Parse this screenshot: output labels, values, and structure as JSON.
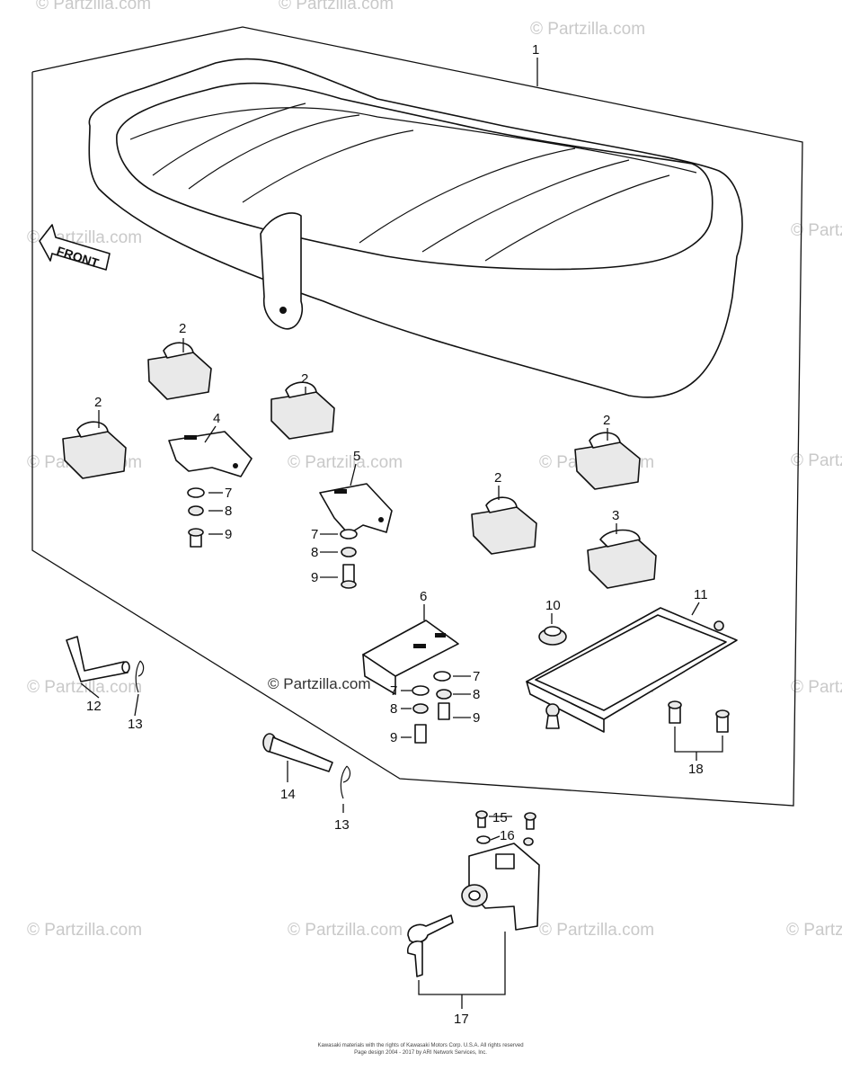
{
  "watermark": "© Partzilla.com",
  "front_arrow_label": "FRONT",
  "copyright": {
    "line1": "Kawasaki materials with the rights of Kawasaki Motors Corp. U.S.A. All rights reserved",
    "line2": "Page design 2004 - 2017 by ARI Network Services, Inc."
  },
  "callouts": [
    {
      "id": "c1",
      "label": "1"
    },
    {
      "id": "c2a",
      "label": "2"
    },
    {
      "id": "c2b",
      "label": "2"
    },
    {
      "id": "c2c",
      "label": "2"
    },
    {
      "id": "c2d",
      "label": "2"
    },
    {
      "id": "c2e",
      "label": "2"
    },
    {
      "id": "c3",
      "label": "3"
    },
    {
      "id": "c4",
      "label": "4"
    },
    {
      "id": "c5",
      "label": "5"
    },
    {
      "id": "c6",
      "label": "6"
    },
    {
      "id": "c7a",
      "label": "7"
    },
    {
      "id": "c7b",
      "label": "7"
    },
    {
      "id": "c7c",
      "label": "7"
    },
    {
      "id": "c7d",
      "label": "7"
    },
    {
      "id": "c8a",
      "label": "8"
    },
    {
      "id": "c8b",
      "label": "8"
    },
    {
      "id": "c8c",
      "label": "8"
    },
    {
      "id": "c8d",
      "label": "8"
    },
    {
      "id": "c9a",
      "label": "9"
    },
    {
      "id": "c9b",
      "label": "9"
    },
    {
      "id": "c9c",
      "label": "9"
    },
    {
      "id": "c9d",
      "label": "9"
    },
    {
      "id": "c10",
      "label": "10"
    },
    {
      "id": "c11",
      "label": "11"
    },
    {
      "id": "c12",
      "label": "12"
    },
    {
      "id": "c13a",
      "label": "13"
    },
    {
      "id": "c13b",
      "label": "13"
    },
    {
      "id": "c14",
      "label": "14"
    },
    {
      "id": "c15",
      "label": "15"
    },
    {
      "id": "c16",
      "label": "16"
    },
    {
      "id": "c17",
      "label": "17"
    },
    {
      "id": "c18",
      "label": "18"
    }
  ]
}
